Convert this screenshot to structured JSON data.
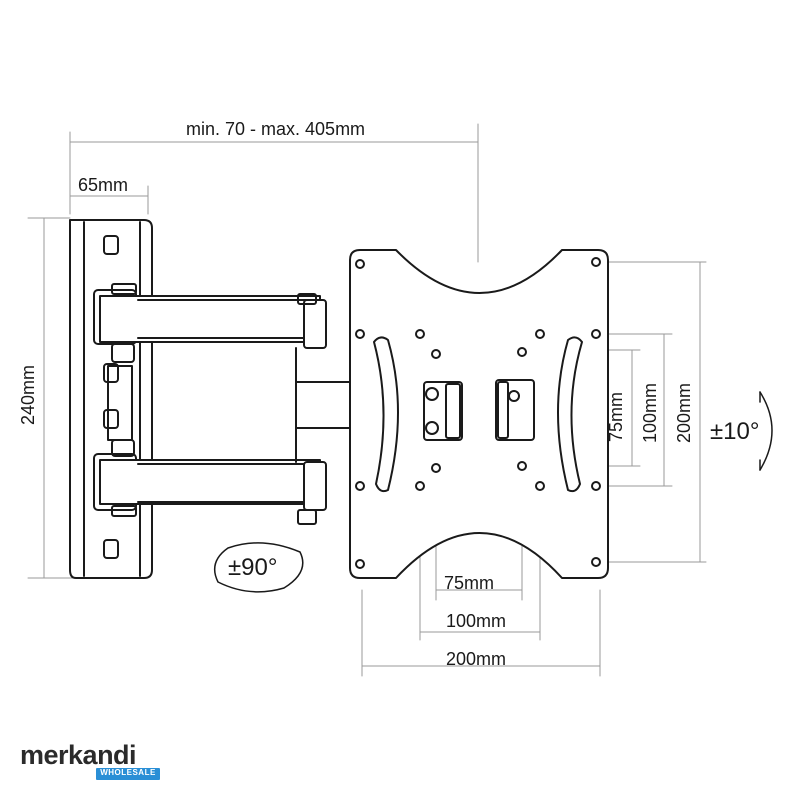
{
  "dimensions": {
    "arm_extension": "min. 70 - max. 405mm",
    "wall_plate_width": "65mm",
    "wall_plate_height": "240mm",
    "vesa_horizontal_small": "75mm",
    "vesa_horizontal_medium": "100mm",
    "vesa_horizontal_large": "200mm",
    "vesa_vertical_small": "75mm",
    "vesa_vertical_medium": "100mm",
    "vesa_vertical_large": "200mm"
  },
  "angles": {
    "swivel": "±90°",
    "tilt": "±10°"
  },
  "brand": {
    "name": "merkandi",
    "tagline": "WHOLESALE",
    "badge_color": "#2a8fd6"
  },
  "colors": {
    "line": "#1a1a1a",
    "dimension_line": "#9a9a9a"
  }
}
